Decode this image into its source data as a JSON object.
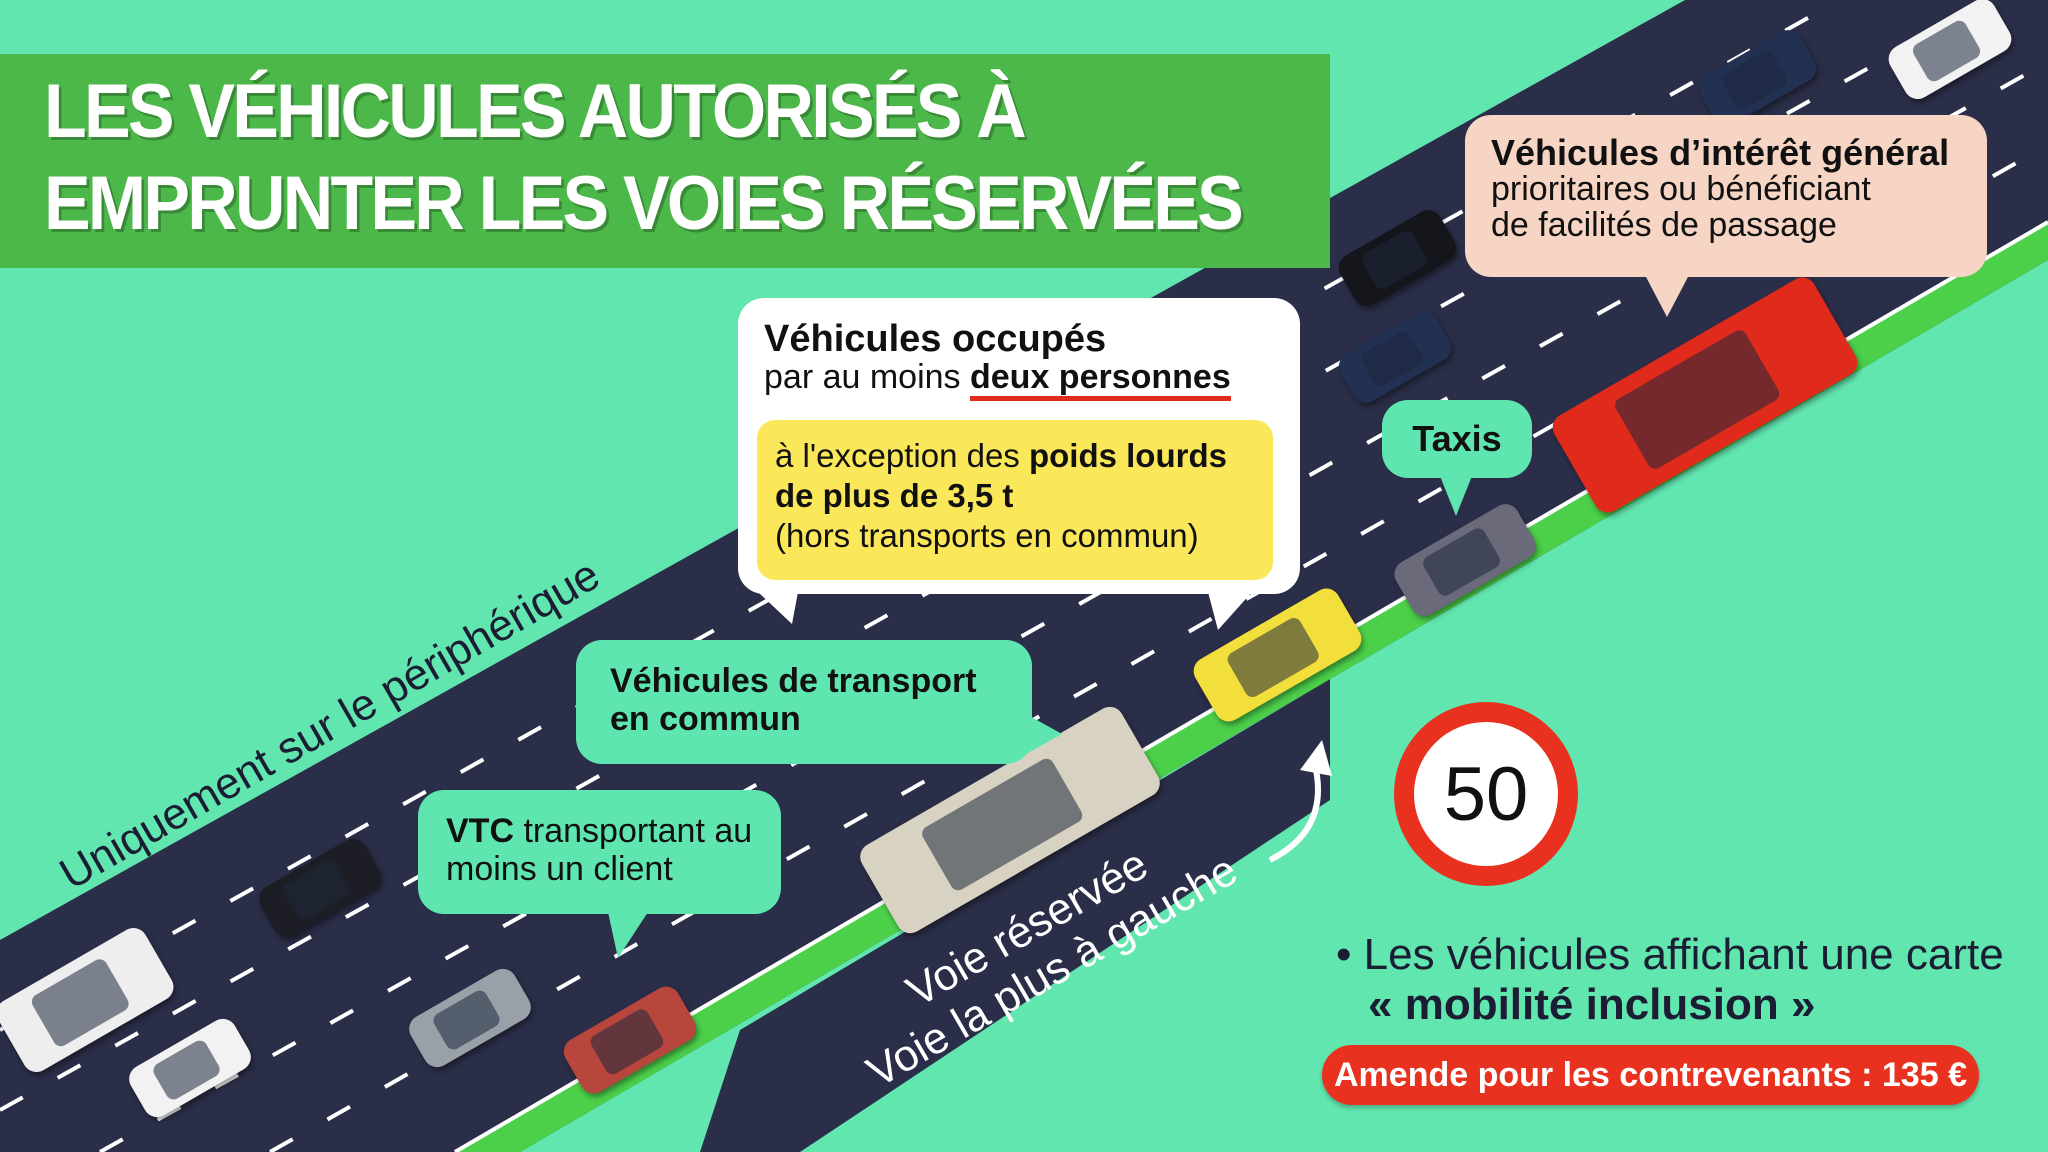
{
  "title": {
    "line1": "LES VÉHICULES AUTORISÉS À",
    "line2": "EMPRUNTER LES VOIES RÉSERVÉES"
  },
  "road_labels": {
    "periph": "Uniquement sur le périphérique",
    "lane_line1": "Voie réservée",
    "lane_line2": "Voie la plus à gauche"
  },
  "bubbles": {
    "general_interest": {
      "bold": "Véhicules d’intérêt général",
      "line2": "prioritaires ou bénéficiant",
      "line3": "de facilités de passage"
    },
    "carpool": {
      "bold": "Véhicules occupés",
      "line2_prefix": "par au moins ",
      "line2_emph": "deux personnes",
      "exception_prefix": "à l'exception des ",
      "exception_bold1": "poids lourds",
      "exception_bold2": "de plus de 3,5 t",
      "exception_note": "(hors transports en commun)"
    },
    "taxis": {
      "label": "Taxis"
    },
    "public_transport": {
      "line1": "Véhicules de transport",
      "line2": "en commun"
    },
    "vtc": {
      "bold": "VTC",
      "line1_rest": " transportant au",
      "line2": "moins un client"
    }
  },
  "speed_limit": {
    "value": "50"
  },
  "mobility": {
    "line1": "Les véhicules affichant une carte",
    "line2": "« mobilité inclusion »"
  },
  "fine": {
    "label": "Amende pour les contrevenants : 135 €"
  },
  "colors": {
    "background": "#62e6b0",
    "title_band": "#4cb84a",
    "road": "#2b2e48",
    "reserved_lane": "#4cd04a",
    "fine_red": "#e8311e",
    "highlight_yellow": "#fbe85a",
    "peach": "#f6d5c4"
  }
}
